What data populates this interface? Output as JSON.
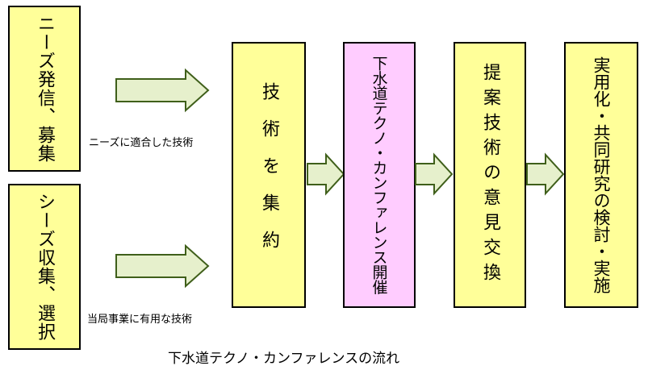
{
  "colors": {
    "yellow_box": "#ffff99",
    "pink_box": "#ffccff",
    "arrow_fill": "#e6f0cc",
    "arrow_stroke": "#3f5f1a",
    "border": "#000000"
  },
  "inputs": {
    "needs": "ニーズ発信、募集",
    "seeds": "シーズ収集、選択"
  },
  "labels": {
    "needs_arrow": "ニーズに適合した技術",
    "seeds_arrow": "当局事業に有用な技術"
  },
  "steps": {
    "collect": "技術を集約",
    "conference": "下水道テクノ・カンファレンス開催",
    "exchange": "提案技術の意見交換",
    "implement": "実用化・共同研究の検討・実施"
  },
  "caption": "下水道テクノ・カンファレンスの流れ"
}
